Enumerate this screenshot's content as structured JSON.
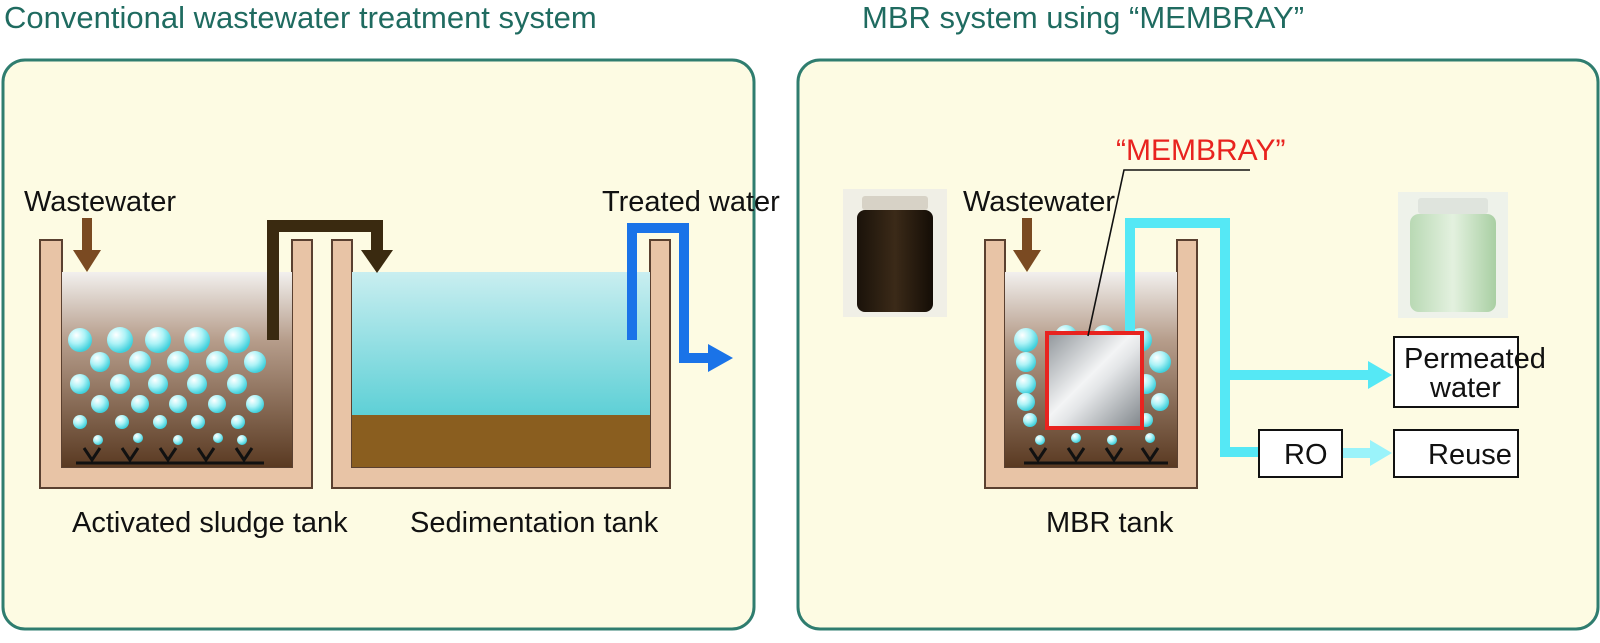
{
  "left_panel": {
    "title": "Conventional wastewater treatment system",
    "inlet_label": "Wastewater",
    "outlet_label": "Treated water",
    "tank1_label": "Activated sludge tank",
    "tank2_label": "Sedimentation tank"
  },
  "right_panel": {
    "title": "MBR system using “MEMBRAY”",
    "membrane_label": "“MEMBRAY”",
    "inlet_label": "Wastewater",
    "tank_label": "MBR tank",
    "permeate_label_line1": "Permeated",
    "permeate_label_line2": "water",
    "ro_label": "RO",
    "reuse_label": "Reuse"
  },
  "colors": {
    "panel_fill": "#fdfbe3",
    "panel_border": "#2f7d6f",
    "title_color": "#1f6b60",
    "tank_wall": "#e8c4a6",
    "sludge_dark": "#6b4a2f",
    "clear_water": "#6fd3d8",
    "settled_sludge": "#8a5e1f",
    "wastewater_arrow": "#7a4a22",
    "treated_arrow": "#1a73e8",
    "permeate_line": "#55e8f5",
    "membrane_frame": "#e8231f"
  }
}
